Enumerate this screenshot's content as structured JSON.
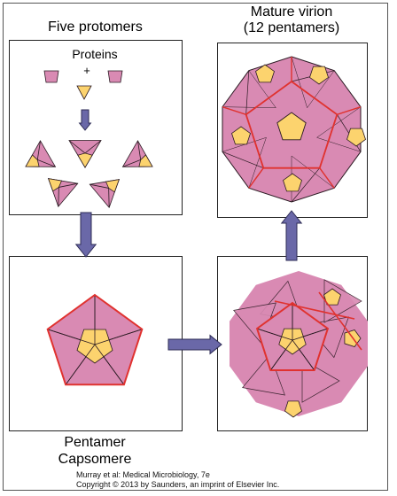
{
  "labels": {
    "five_protomers": "Five protomers",
    "proteins": "Proteins",
    "plus": "+",
    "mature_line1": "Mature virion",
    "mature_line2": "(12 pentamers)",
    "pentamer": "Pentamer",
    "capsomere": "Capsomere"
  },
  "credit": {
    "line1": "Murray et al: Medical Microbiology, 7e",
    "line2": "Copyright © 2013 by Saunders, an imprint of Elsevier Inc."
  },
  "colors": {
    "pink": "#d98ab3",
    "yellow": "#fcd36e",
    "red_edge": "#e0322f",
    "arrow": "#6a68a8",
    "stroke": "#2a1a22"
  }
}
